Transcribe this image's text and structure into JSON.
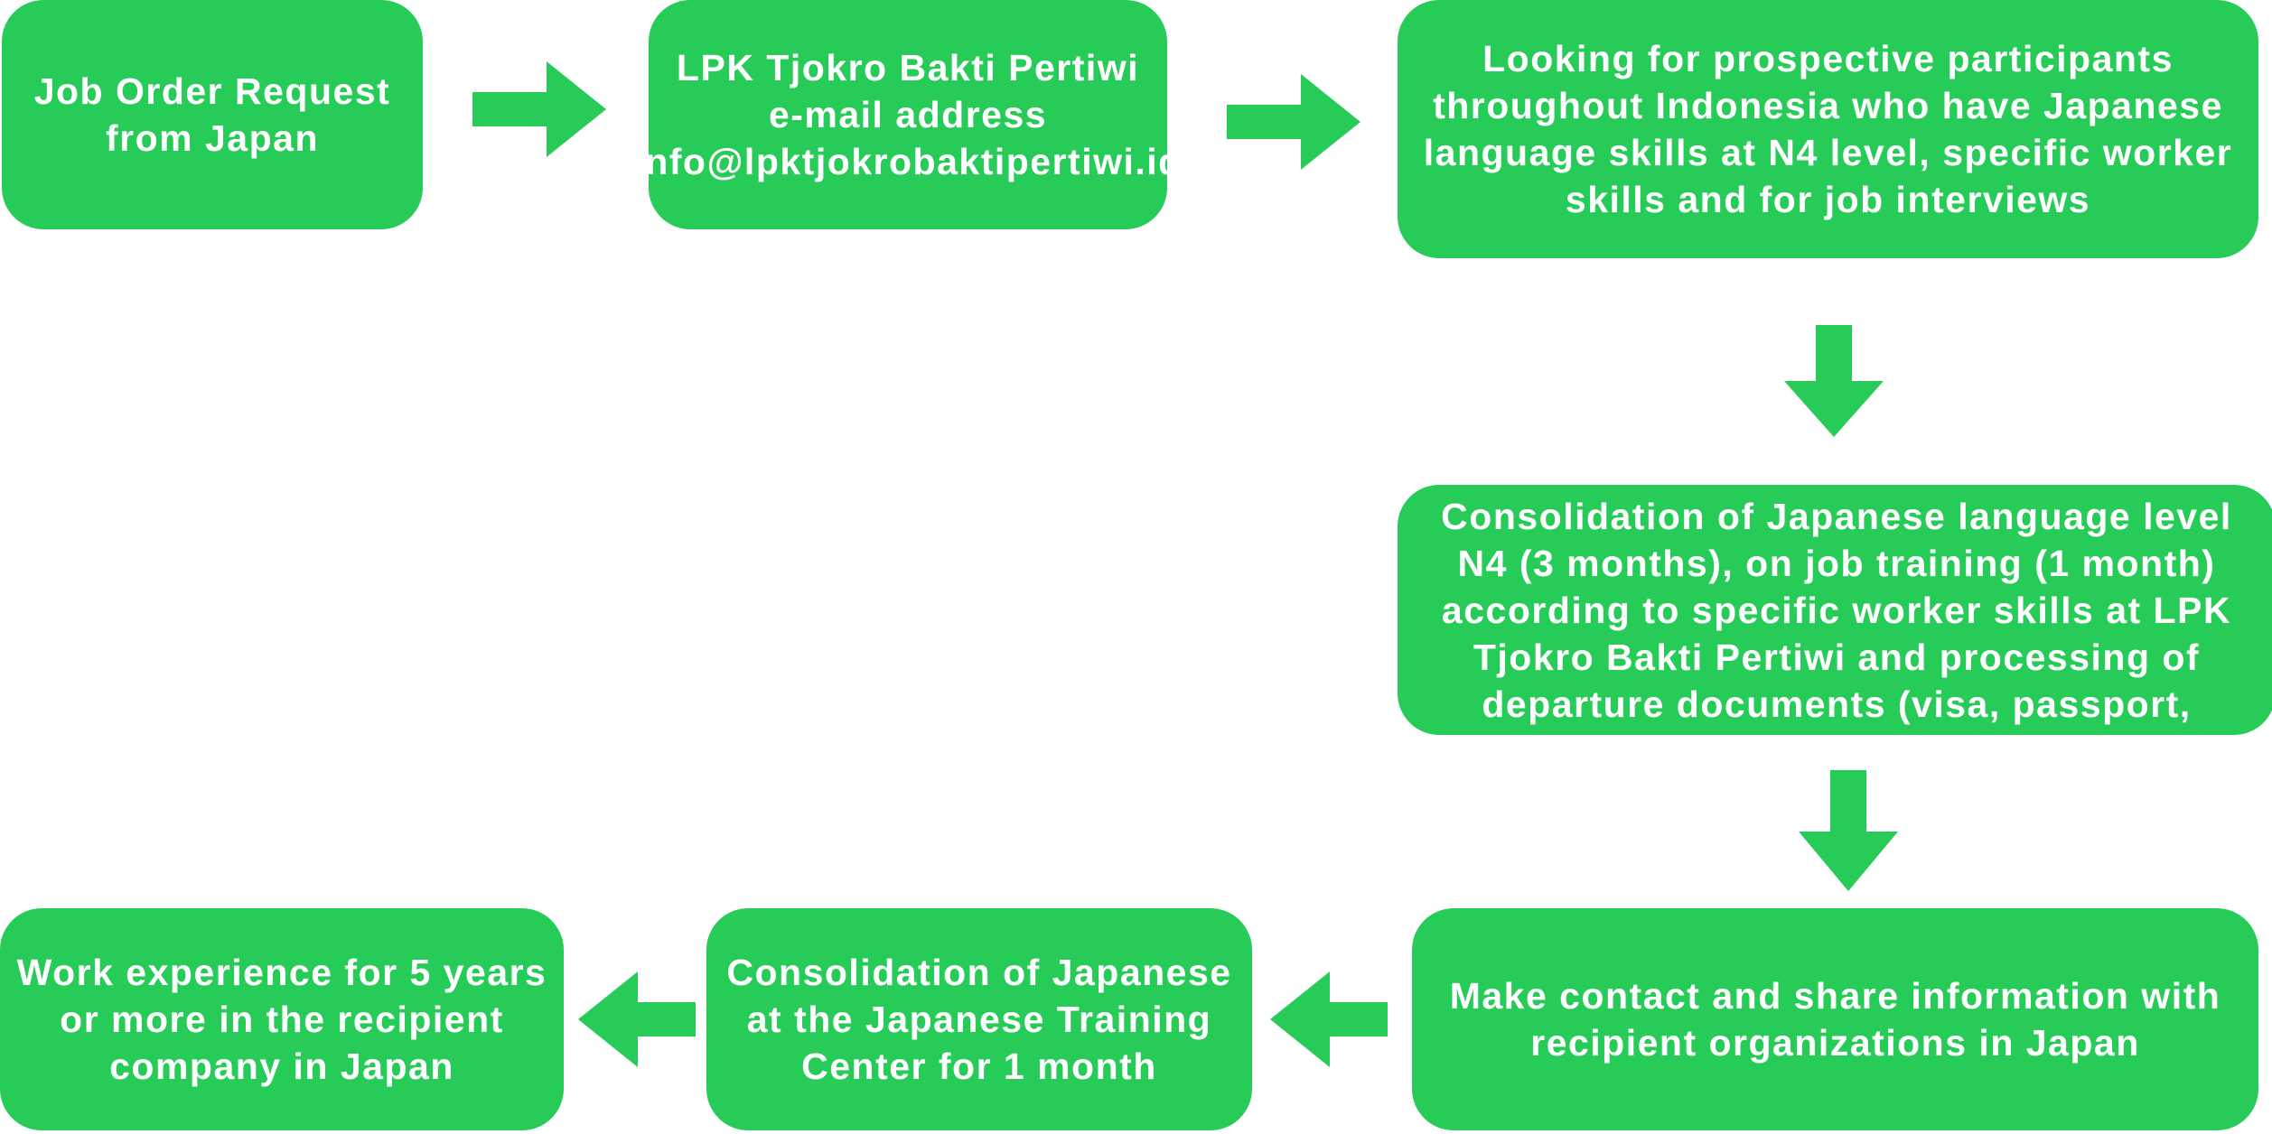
{
  "colors": {
    "box_fill": "#27cc58",
    "text": "#ffffff",
    "arrow_fill": "#27cc58",
    "background": "#ffffff"
  },
  "flow": {
    "step1": "Job Order Request\nfrom Japan",
    "step2": "LPK Tjokro Bakti Pertiwi\ne-mail address\ninfo@lpktjokrobaktipertiwi.id",
    "step3": "Looking for prospective participants\nthroughout Indonesia who have Japanese\nlanguage skills at N4 level, specific worker\nskills and for job interviews",
    "step4": "Consolidation of Japanese language level\nN4 (3 months), on job training (1 month)\naccording to specific worker skills at LPK\nTjokro Bakti Pertiwi and processing of\ndeparture documents (visa, passport,",
    "step5": "Make contact and share information with\nrecipient organizations in Japan",
    "step6": "Consolidation of Japanese\nat the Japanese Training\nCenter for 1 month",
    "step7": "Work experience for 5 years\nor more in the recipient\ncompany in Japan"
  },
  "arrows": [
    {
      "from": "step1",
      "to": "step2",
      "direction": "right"
    },
    {
      "from": "step2",
      "to": "step3",
      "direction": "right"
    },
    {
      "from": "step3",
      "to": "step4",
      "direction": "down"
    },
    {
      "from": "step4",
      "to": "step5",
      "direction": "down"
    },
    {
      "from": "step5",
      "to": "step6",
      "direction": "left"
    },
    {
      "from": "step6",
      "to": "step7",
      "direction": "left"
    }
  ]
}
